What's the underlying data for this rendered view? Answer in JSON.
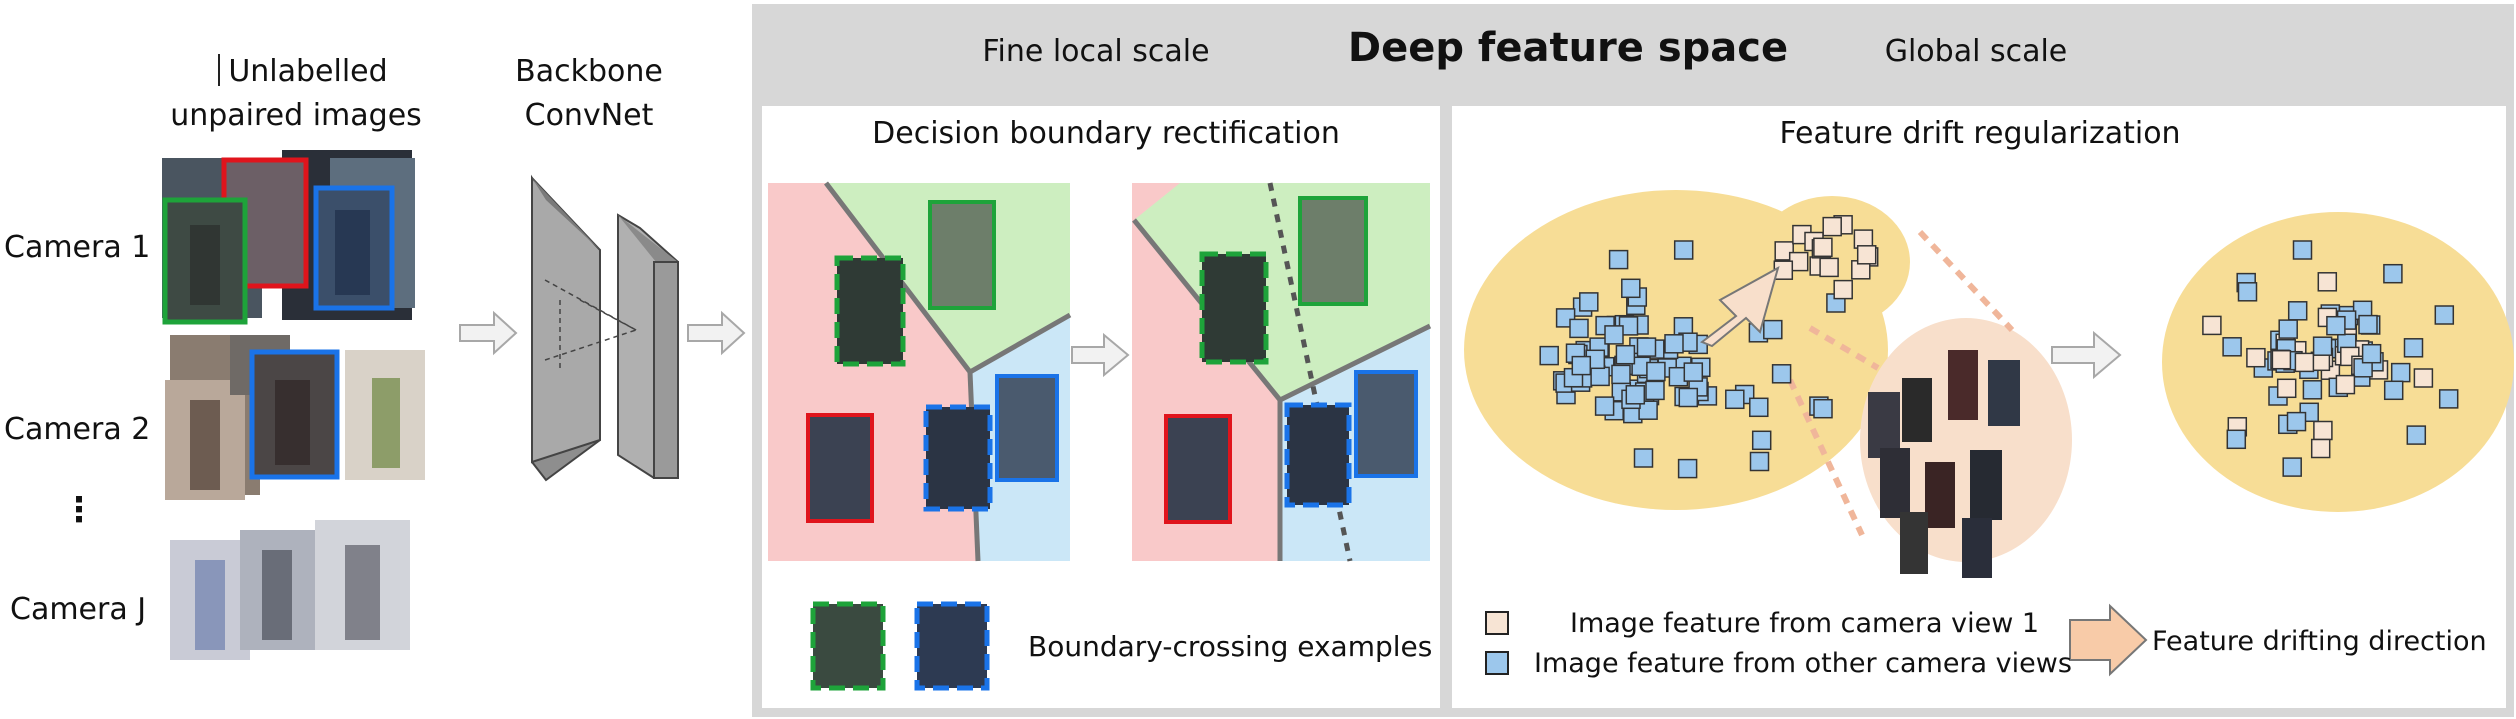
{
  "left": {
    "unlabelled_title_line1": "Unlabelled",
    "unlabelled_title_line2": "unpaired images",
    "backbone_line1": "Backbone",
    "backbone_line2": "ConvNet",
    "cameras": [
      "Camera 1",
      "Camera 2",
      "Camera J"
    ],
    "camera_ellipsis": "⋮"
  },
  "feature_space": {
    "title": "Deep feature space",
    "fine_scale": "Fine local scale",
    "global_scale": "Global scale"
  },
  "decision_panel": {
    "title": "Decision boundary rectification",
    "legend_text": "Boundary-crossing examples"
  },
  "drift_panel": {
    "title": "Feature drift regularization",
    "legend_cam1": "Image feature from camera view 1",
    "legend_other": "Image feature from other camera views",
    "legend_direction": "Feature drifting direction"
  },
  "colors": {
    "red_region": "#f9c9c9",
    "green_region": "#cdeec0",
    "blue_region": "#cbe7f7",
    "blob": "#f7dd96",
    "feature_cam1": "#f7e4d4",
    "feature_other": "#9cc7ec",
    "box_green": "#1ea33a",
    "box_red": "#e0141c",
    "box_blue": "#1a73e8",
    "header_gray": "#d7d7d7"
  }
}
